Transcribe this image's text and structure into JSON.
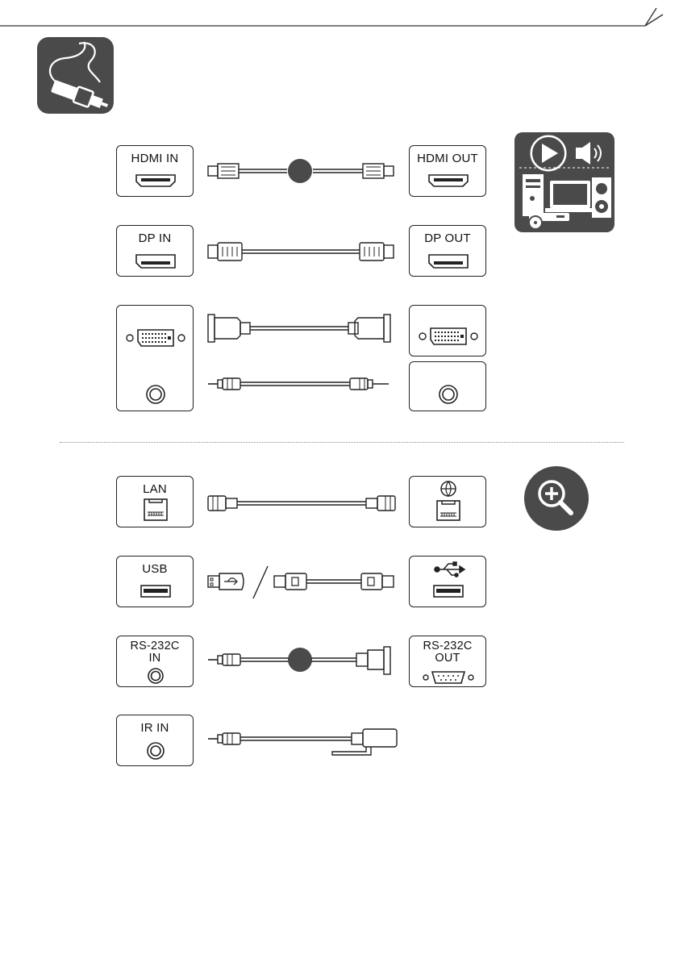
{
  "ports": {
    "hdmi_in": "HDMI IN",
    "hdmi_out": "HDMI OUT",
    "dp_in": "DP IN",
    "dp_out": "DP OUT",
    "lan": "LAN",
    "usb": "USB",
    "rs232c_in_line1": "RS-232C",
    "rs232c_in_line2": "IN",
    "rs232c_out_line1": "RS-232C",
    "rs232c_out_line2": "OUT",
    "ir_in": "IR IN"
  },
  "icons": {
    "section": "cable-plug-icon",
    "av_devices": "av-devices-icon",
    "zoom": "zoom-in-icon"
  },
  "colors": {
    "icon_bg": "#4a4a4a",
    "stroke": "#222222",
    "divider": "#8a8a8a"
  }
}
